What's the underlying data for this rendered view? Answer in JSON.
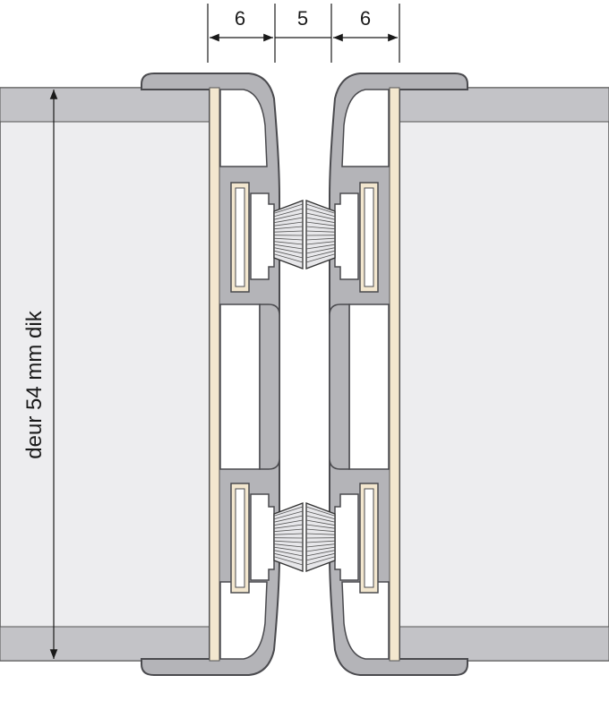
{
  "dimensions": {
    "left_width": "6",
    "gap_width": "5",
    "right_width": "6",
    "door_thickness_label": "deur 54 mm dik"
  },
  "colors": {
    "door_fill": "#ededef",
    "door_edge": "#c3c3c7",
    "profile_fill": "#b4b4b8",
    "profile_stroke": "#4a4a4e",
    "wood_strip": "#f3e7cf",
    "brush": "#e7e7ea",
    "outline": "#333333"
  },
  "icons": {
    "brush_seal": "brush-seal-icon",
    "dimension_arrow": "dimension-arrow-icon"
  }
}
